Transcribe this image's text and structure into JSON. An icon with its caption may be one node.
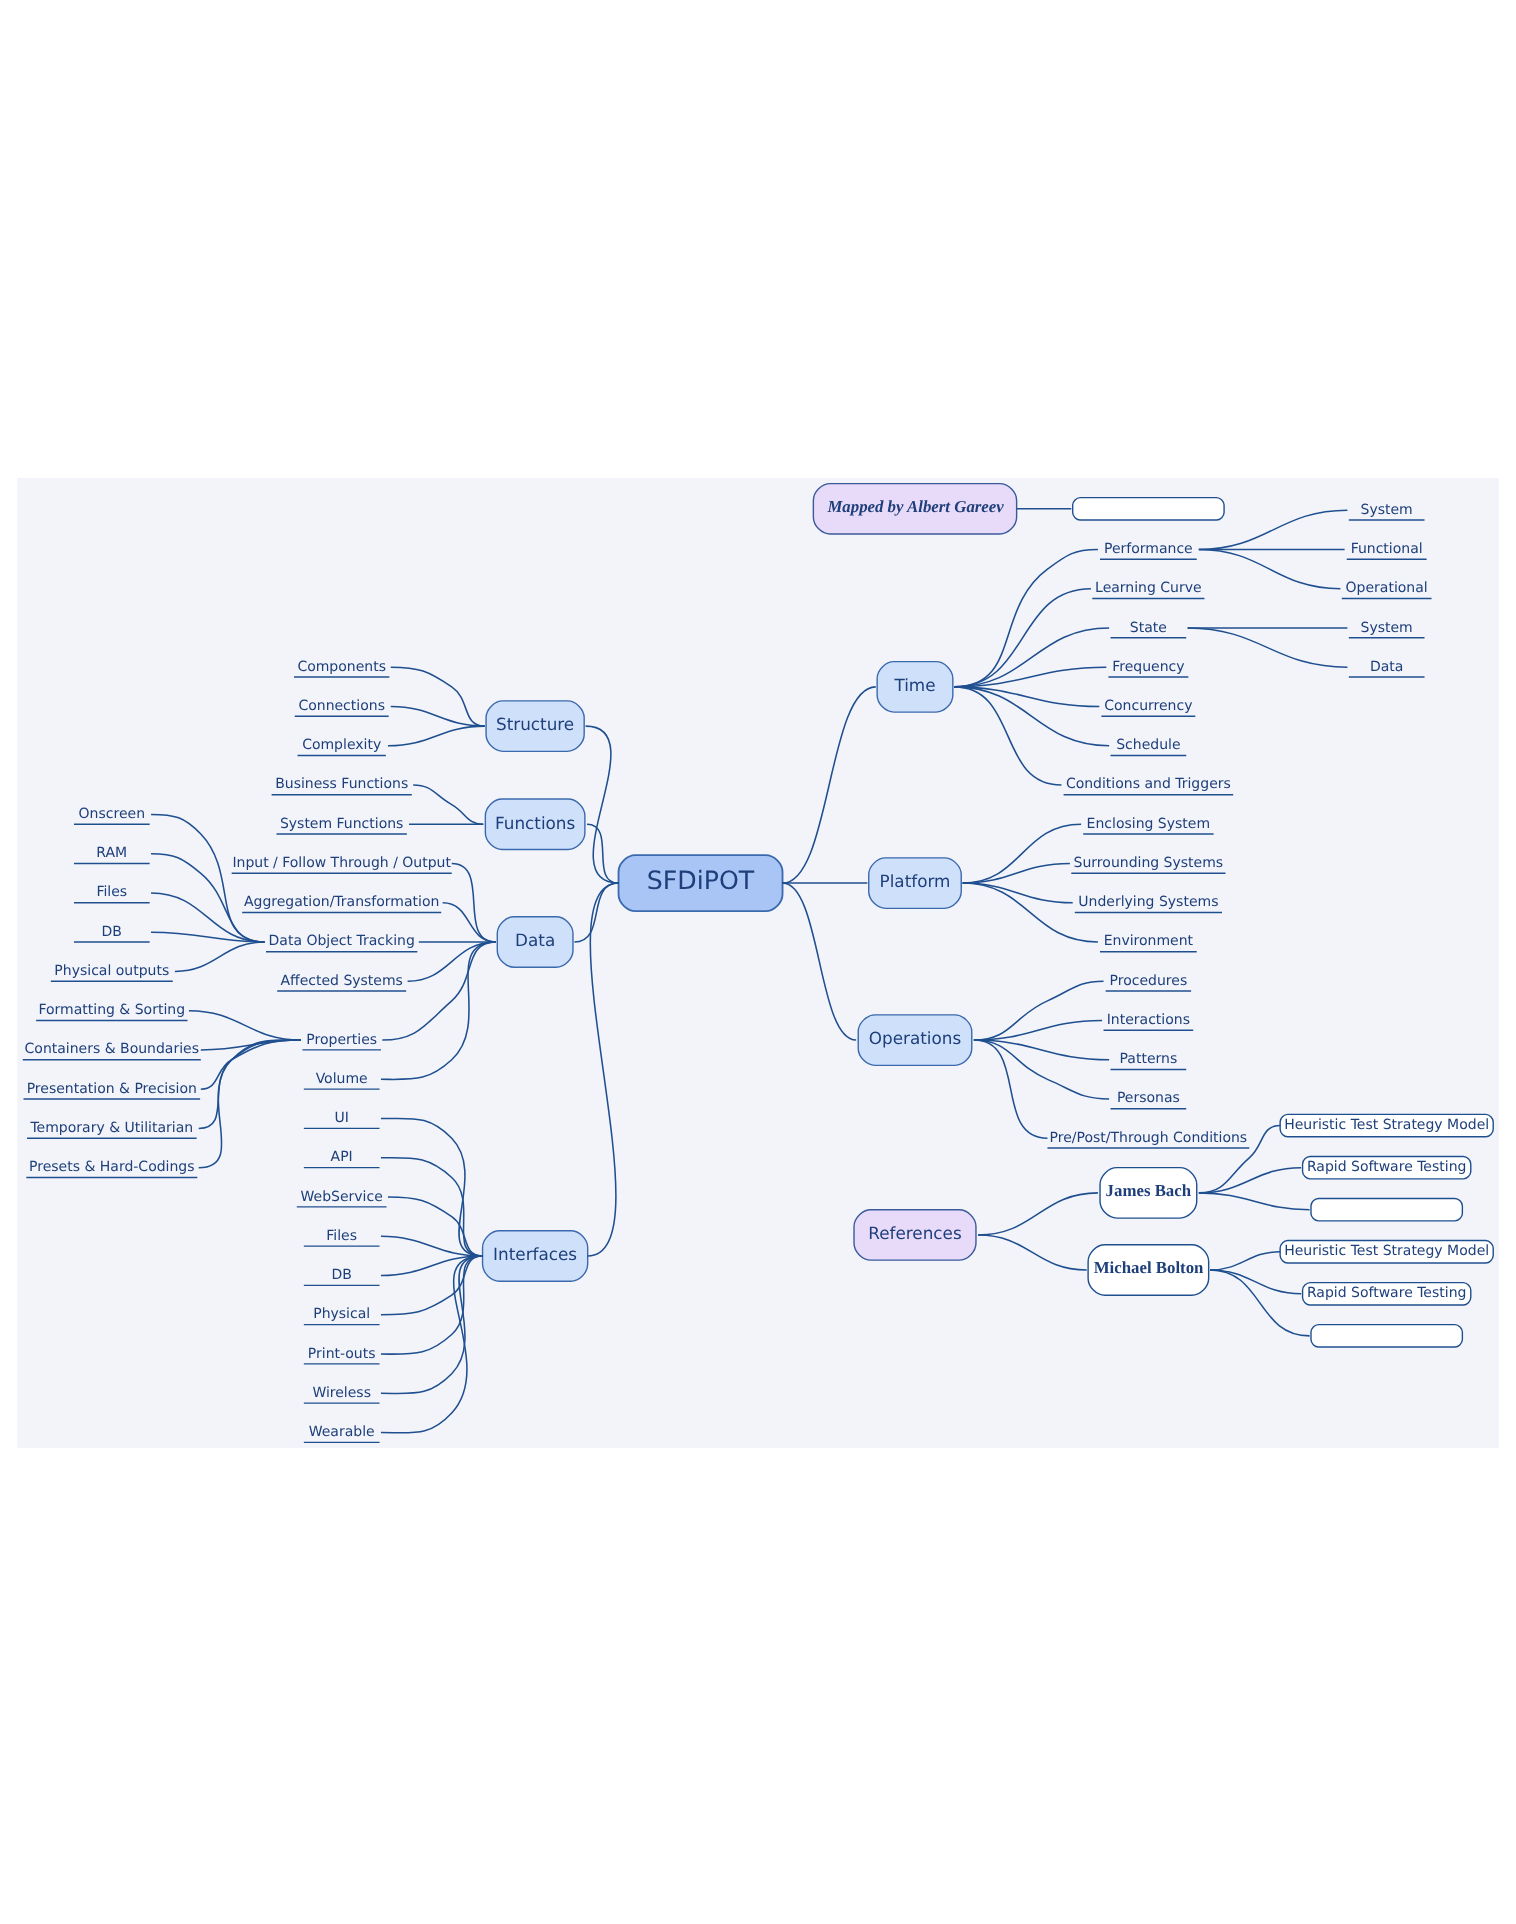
{
  "diagram": {
    "nodes": [
      {
        "text": [
          "Mapped by Albert Gareev"
        ]
      },
      {
        "text": [],
        "shape": "box"
      },
      {
        "text": [
          "SFDiPOT"
        ]
      },
      {
        "text": [
          "Structure"
        ]
      },
      {
        "text": [
          "Components"
        ]
      },
      {
        "text": [
          "Connections"
        ]
      },
      {
        "text": [
          "Complexity"
        ]
      },
      {
        "text": [
          "Functions"
        ]
      },
      {
        "text": [
          "Business Functions"
        ]
      },
      {
        "text": [
          "System Functions"
        ]
      },
      {
        "text": [
          "Data"
        ]
      },
      {
        "text": [
          "Input / Follow Through / Output"
        ]
      },
      {
        "text": [
          "Aggregation/Transformation"
        ]
      },
      {
        "text": [
          "Data Object Tracking"
        ]
      },
      {
        "text": [
          "Onscreen"
        ]
      },
      {
        "text": [
          "RAM"
        ]
      },
      {
        "text": [
          "Files"
        ]
      },
      {
        "text": [
          "DB"
        ]
      },
      {
        "text": [
          "Physical outputs"
        ]
      },
      {
        "text": [
          "Affected Systems"
        ]
      },
      {
        "text": [
          "Properties"
        ]
      },
      {
        "text": [
          "Formatting & Sorting"
        ]
      },
      {
        "text": [
          "Containers & Boundaries"
        ]
      },
      {
        "text": [
          "Presentation & Precision"
        ]
      },
      {
        "text": [
          "Temporary & Utilitarian"
        ]
      },
      {
        "text": [
          "Presets & Hard-Codings"
        ]
      },
      {
        "text": [
          "Volume"
        ]
      },
      {
        "text": [
          "Interfaces"
        ]
      },
      {
        "text": [
          "UI"
        ]
      },
      {
        "text": [
          "API"
        ]
      },
      {
        "text": [
          "WebService"
        ]
      },
      {
        "text": [
          "Files"
        ]
      },
      {
        "text": [
          "DB"
        ]
      },
      {
        "text": [
          "Physical"
        ]
      },
      {
        "text": [
          "Print-outs"
        ]
      },
      {
        "text": [
          "Wireless"
        ]
      },
      {
        "text": [
          "Wearable"
        ]
      },
      {
        "text": [
          "Time"
        ]
      },
      {
        "text": [
          "Performance"
        ]
      },
      {
        "text": [
          "System"
        ]
      },
      {
        "text": [
          "Functional"
        ]
      },
      {
        "text": [
          "Operational"
        ]
      },
      {
        "text": [
          "Learning Curve"
        ]
      },
      {
        "text": [
          "State"
        ]
      },
      {
        "text": [
          "System"
        ]
      },
      {
        "text": [
          "Data"
        ]
      },
      {
        "text": [
          "Frequency"
        ]
      },
      {
        "text": [
          "Concurrency"
        ]
      },
      {
        "text": [
          "Schedule"
        ]
      },
      {
        "text": [
          "Conditions and Triggers"
        ]
      },
      {
        "text": [
          "Platform"
        ]
      },
      {
        "text": [
          "Enclosing System"
        ]
      },
      {
        "text": [
          "Surrounding Systems"
        ]
      },
      {
        "text": [
          "Underlying Systems"
        ]
      },
      {
        "text": [
          "Environment"
        ]
      },
      {
        "text": [
          "Operations"
        ]
      },
      {
        "text": [
          "Procedures"
        ]
      },
      {
        "text": [
          "Interactions"
        ]
      },
      {
        "text": [
          "Patterns"
        ]
      },
      {
        "text": [
          "Personas"
        ]
      },
      {
        "text": [
          "Pre/Post/Through Conditions"
        ]
      },
      {
        "text": [
          "References"
        ]
      },
      {
        "text": [
          "James Bach"
        ]
      },
      {
        "text": [
          "Heuristic Test Strategy Model"
        ]
      },
      {
        "text": [
          "Rapid Software Testing"
        ]
      },
      {
        "text": [],
        "shape": "box"
      },
      {
        "text": [
          "Michael Bolton"
        ]
      },
      {
        "text": [
          "Heuristic Test Strategy Model"
        ]
      },
      {
        "text": [
          "Rapid Software Testing"
        ]
      },
      {
        "text": [],
        "shape": "box"
      }
    ],
    "edges": [
      {
        "from": 0,
        "to": 1,
        "arrow": "none"
      },
      {
        "from": 3,
        "to": 2,
        "arrow": "none"
      },
      {
        "from": 4,
        "to": 3,
        "arrow": "none"
      },
      {
        "from": 5,
        "to": 3,
        "arrow": "none"
      },
      {
        "from": 6,
        "to": 3,
        "arrow": "none"
      },
      {
        "from": 7,
        "to": 2,
        "arrow": "none"
      },
      {
        "from": 8,
        "to": 7,
        "arrow": "none"
      },
      {
        "from": 9,
        "to": 7,
        "arrow": "none"
      },
      {
        "from": 10,
        "to": 2,
        "arrow": "none"
      },
      {
        "from": 11,
        "to": 10,
        "arrow": "none"
      },
      {
        "from": 12,
        "to": 10,
        "arrow": "none"
      },
      {
        "from": 13,
        "to": 10,
        "arrow": "none"
      },
      {
        "from": 14,
        "to": 13,
        "arrow": "none"
      },
      {
        "from": 15,
        "to": 13,
        "arrow": "none"
      },
      {
        "from": 16,
        "to": 13,
        "arrow": "none"
      },
      {
        "from": 17,
        "to": 13,
        "arrow": "none"
      },
      {
        "from": 18,
        "to": 13,
        "arrow": "none"
      },
      {
        "from": 19,
        "to": 10,
        "arrow": "none"
      },
      {
        "from": 20,
        "to": 10,
        "arrow": "none"
      },
      {
        "from": 21,
        "to": 20,
        "arrow": "none"
      },
      {
        "from": 22,
        "to": 20,
        "arrow": "none"
      },
      {
        "from": 23,
        "to": 20,
        "arrow": "none"
      },
      {
        "from": 24,
        "to": 20,
        "arrow": "none"
      },
      {
        "from": 25,
        "to": 20,
        "arrow": "none"
      },
      {
        "from": 26,
        "to": 10,
        "arrow": "none"
      },
      {
        "from": 27,
        "to": 2,
        "arrow": "none"
      },
      {
        "from": 28,
        "to": 27,
        "arrow": "none"
      },
      {
        "from": 29,
        "to": 27,
        "arrow": "none"
      },
      {
        "from": 30,
        "to": 27,
        "arrow": "none"
      },
      {
        "from": 31,
        "to": 27,
        "arrow": "none"
      },
      {
        "from": 32,
        "to": 27,
        "arrow": "none"
      },
      {
        "from": 33,
        "to": 27,
        "arrow": "none"
      },
      {
        "from": 34,
        "to": 27,
        "arrow": "none"
      },
      {
        "from": 35,
        "to": 27,
        "arrow": "none"
      },
      {
        "from": 36,
        "to": 27,
        "arrow": "none"
      },
      {
        "from": 2,
        "to": 37,
        "arrow": "none"
      },
      {
        "from": 37,
        "to": 38,
        "arrow": "none"
      },
      {
        "from": 38,
        "to": 39,
        "arrow": "none"
      },
      {
        "from": 38,
        "to": 40,
        "arrow": "none"
      },
      {
        "from": 38,
        "to": 41,
        "arrow": "none"
      },
      {
        "from": 37,
        "to": 42,
        "arrow": "none"
      },
      {
        "from": 37,
        "to": 43,
        "arrow": "none"
      },
      {
        "from": 43,
        "to": 44,
        "arrow": "none"
      },
      {
        "from": 43,
        "to": 45,
        "arrow": "none"
      },
      {
        "from": 37,
        "to": 46,
        "arrow": "none"
      },
      {
        "from": 37,
        "to": 47,
        "arrow": "none"
      },
      {
        "from": 37,
        "to": 48,
        "arrow": "none"
      },
      {
        "from": 37,
        "to": 49,
        "arrow": "none"
      },
      {
        "from": 2,
        "to": 50,
        "arrow": "none"
      },
      {
        "from": 50,
        "to": 51,
        "arrow": "none"
      },
      {
        "from": 50,
        "to": 52,
        "arrow": "none"
      },
      {
        "from": 50,
        "to": 53,
        "arrow": "none"
      },
      {
        "from": 50,
        "to": 54,
        "arrow": "none"
      },
      {
        "from": 2,
        "to": 55,
        "arrow": "none"
      },
      {
        "from": 55,
        "to": 56,
        "arrow": "none"
      },
      {
        "from": 55,
        "to": 57,
        "arrow": "none"
      },
      {
        "from": 55,
        "to": 58,
        "arrow": "none"
      },
      {
        "from": 55,
        "to": 59,
        "arrow": "none"
      },
      {
        "from": 55,
        "to": 60,
        "arrow": "none"
      },
      {
        "from": 61,
        "to": 62,
        "arrow": "none"
      },
      {
        "from": 62,
        "to": 63,
        "arrow": "none"
      },
      {
        "from": 62,
        "to": 64,
        "arrow": "none"
      },
      {
        "from": 62,
        "to": 65,
        "arrow": "none"
      },
      {
        "from": 61,
        "to": 66,
        "arrow": "none"
      },
      {
        "from": 66,
        "to": 67,
        "arrow": "none"
      },
      {
        "from": 66,
        "to": 68,
        "arrow": "none"
      },
      {
        "from": 66,
        "to": 69,
        "arrow": "none"
      }
    ]
  }
}
